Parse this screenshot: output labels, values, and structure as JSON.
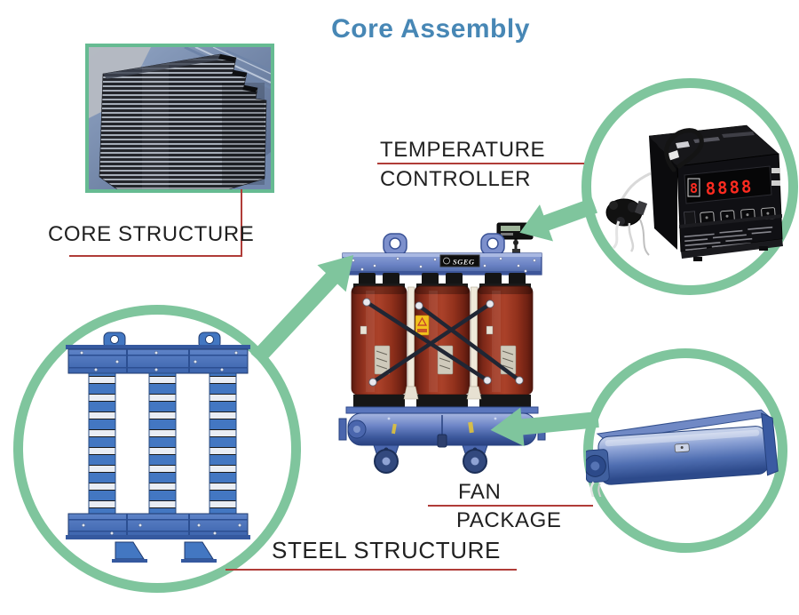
{
  "page": {
    "title": "Core Assembly"
  },
  "labels": {
    "core_structure": "CORE STRUCTURE",
    "temperature_line1": "TEMPERATURE",
    "temperature_line2": "CONTROLLER",
    "steel_structure": "STEEL STRUCTURE",
    "fan_line1": "FAN",
    "fan_line2": "PACKAGE"
  },
  "transformer": {
    "brand": "SGEG"
  },
  "controller": {
    "display_left": "8",
    "display_main": "8888"
  },
  "colors": {
    "title_blue": "#4787b5",
    "circle_green": "#7fc59d",
    "connector_red": "#b03c38",
    "label_text": "#212121",
    "transformer_blue": "#7d90cc",
    "coil_red": "#a03a24",
    "steel_blue": "#4377c2",
    "fan_blue": "#506fb2",
    "photo_border_green": "#66bb92"
  }
}
